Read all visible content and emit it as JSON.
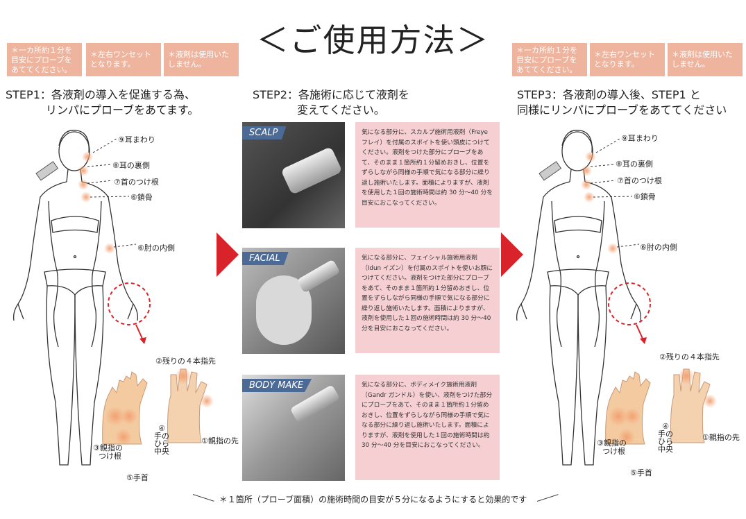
{
  "title": "＜ご使用方法＞",
  "tags_left": [
    "＊一カ所約１分を目安にプローブをあててください。",
    "＊左右ワンセットとなります。",
    "＊液剤は使用いたしません。"
  ],
  "tags_right": [
    "＊一カ所約１分を目安にプローブをあててください。",
    "＊左右ワンセットとなります。",
    "＊液剤は使用いたしません。"
  ],
  "step1": {
    "line1": "STEP1：各液剤の導入を促進する為、",
    "line2": "リンパにプローブをあてます。"
  },
  "step2": {
    "line1": "STEP2：各施術に応じて液剤を",
    "line2": "変えてください。"
  },
  "step3": {
    "line1": "STEP3：各液剤の導入後、STEP1 と",
    "line2": "同様にリンパにプローブをあててください"
  },
  "body_labels": {
    "ear_around": "⑨耳まわり",
    "ear_back": "⑧耳の裏側",
    "neck_base": "⑦首のつけ根",
    "collarbone": "⑥鎖骨",
    "elbow_inner": "⑥肘の内側"
  },
  "hand_labels": {
    "fingertips": "②残りの４本指先",
    "thumb_tip": "①親指の先",
    "thumb_root_1": "③親指の",
    "thumb_root_2": "つけ根",
    "palm_1": "④",
    "palm_2": "手の",
    "palm_3": "ひら",
    "palm_4": "中央",
    "wrist": "⑤手首"
  },
  "treatments": [
    {
      "tag": "SCALP",
      "text": "気になる部分に、スカルプ施術用液剤（Freye フレイ）を付属のスポイトを使い頭皮につけてください。液剤をつけた部分にプローブをあて、そのまま１箇所約１分留めおきし、位置をずらしながら同様の手順で気になる部分に繰り返し施術いたします。面積によりますが、液剤を使用した１回の施術時間は約 30 分〜40 分を目安におこなってください。"
    },
    {
      "tag": "FACIAL",
      "text": "気になる部分に、フェイシャル施術用液剤（Idun イズン）を付属のスポイトを使いお顔につけてください。液剤をつけた部分にプローブをあて、そのまま１箇所約１分留めおきし、位置をずらしながら同様の手順で気になる部分に繰り返し施術いたします。面積によりますが、液剤を使用した１回の施術時間は約 30 分〜40 分を目安におこなってください。"
    },
    {
      "tag": "BODY MAKE",
      "text": "気になる部分に、ボディメイク施術用液剤（Gandr ガンドル）を使い、液剤をつけた部分にプローブをあて、そのまま１箇所約１分留めおきし、位置をずらしながら同様の手順で気になる部分に繰り返し施術いたします。面積によりますが、液剤を使用した１回の施術時間は約 30 分〜40 分を目安におこなってください。"
    }
  ],
  "footnote": "＊１箇所（プローブ面積）の施術時間の目安が５分になるようにすると効果的です",
  "colors": {
    "accent_red": "#d8232a",
    "tag_bg": "#efb49e",
    "desc_bg": "#f6cfd2",
    "photo_tag": "#4b6a95",
    "glow": "#f2a070"
  },
  "icons": [
    "body-figure-icon",
    "hand-palm-icon",
    "hand-back-icon",
    "red-arrow-icon",
    "probe-icon"
  ]
}
